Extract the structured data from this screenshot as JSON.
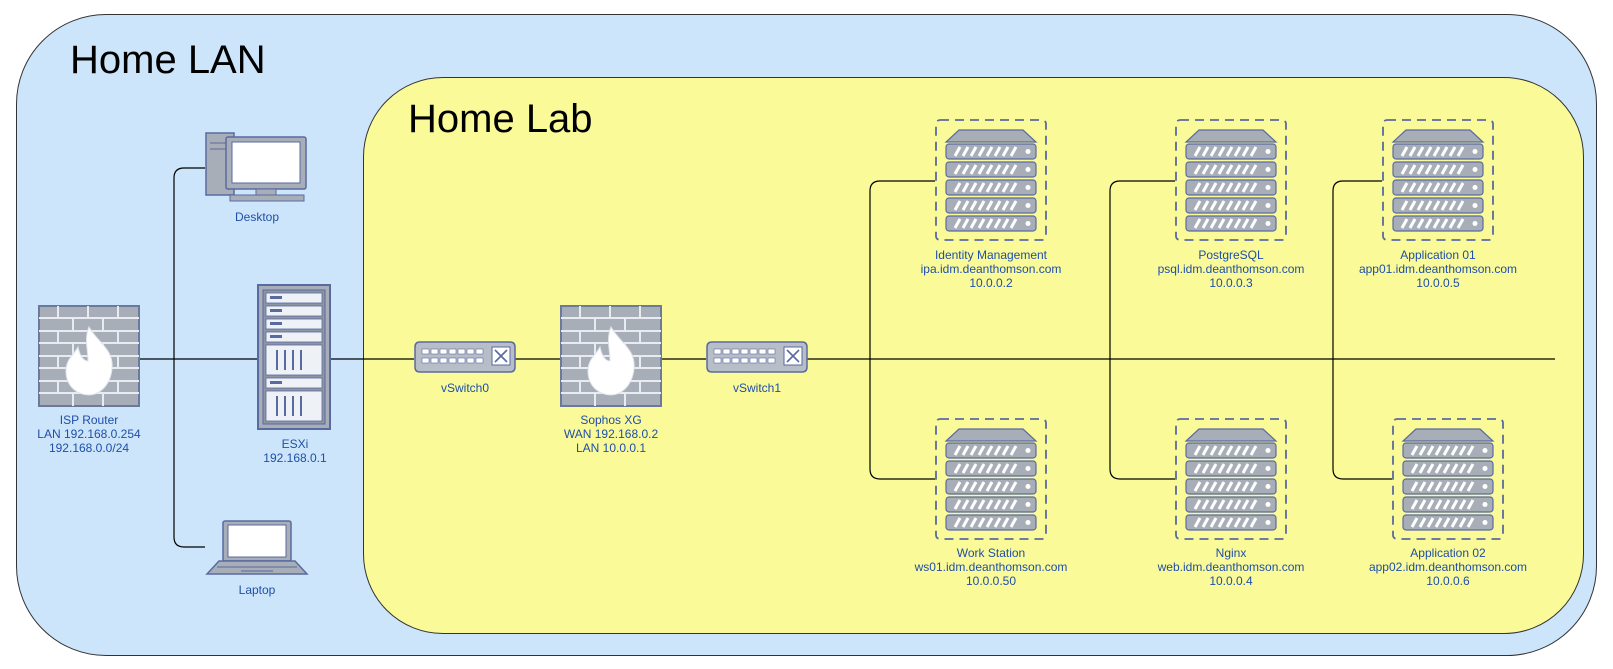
{
  "zones": {
    "lan": "Home LAN",
    "lab": "Home Lab"
  },
  "nodes": {
    "desktop": {
      "name": "Desktop"
    },
    "laptop": {
      "name": "Laptop"
    },
    "isp_router": {
      "name": "ISP Router",
      "line2": "LAN 192.168.0.254",
      "line3": "192.168.0.0/24"
    },
    "esxi": {
      "name": "ESXi",
      "line2": "192.168.0.1"
    },
    "vswitch0": {
      "name": "vSwitch0"
    },
    "sophos": {
      "name": "Sophos XG",
      "line2": "WAN 192.168.0.2",
      "line3": "LAN 10.0.0.1"
    },
    "vswitch1": {
      "name": "vSwitch1"
    },
    "idm": {
      "name": "Identity Management",
      "host": "ipa.idm.deanthomson.com",
      "ip": "10.0.0.2"
    },
    "psql": {
      "name": "PostgreSQL",
      "host": "psql.idm.deanthomson.com",
      "ip": "10.0.0.3"
    },
    "app01": {
      "name": "Application 01",
      "host": "app01.idm.deanthomson.com",
      "ip": "10.0.0.5"
    },
    "ws01": {
      "name": "Work Station",
      "host": "ws01.idm.deanthomson.com",
      "ip": "10.0.0.50"
    },
    "nginx": {
      "name": "Nginx",
      "host": "web.idm.deanthomson.com",
      "ip": "10.0.0.4"
    },
    "app02": {
      "name": "Application 02",
      "host": "app02.idm.deanthomson.com",
      "ip": "10.0.0.6"
    }
  },
  "icons": {
    "firewall": "firewall-icon",
    "desktop": "desktop-computer-icon",
    "laptop": "laptop-icon",
    "rack": "server-rack-icon",
    "switch": "network-switch-icon",
    "server": "virtual-server-icon"
  },
  "colors": {
    "lan_fill": "#cce5fa",
    "lab_fill": "#fafa99",
    "label": "#1f4fa8",
    "device": "#a8aeb8",
    "device_stroke": "#5a6aa0"
  }
}
